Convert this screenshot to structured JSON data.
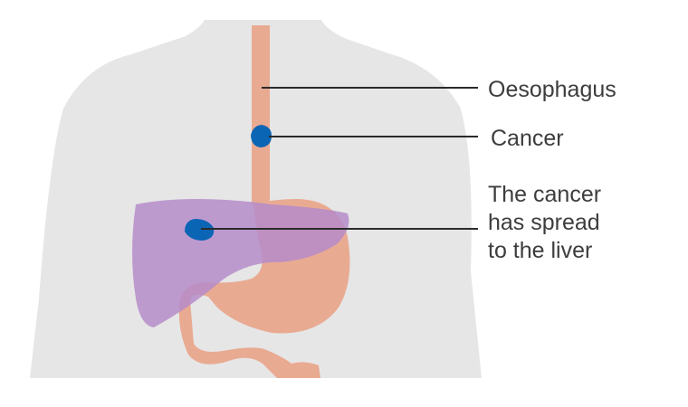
{
  "labels": {
    "oesophagus": "Oesophagus",
    "cancer": "Cancer",
    "spread": [
      "The cancer",
      "has spread",
      "to the liver"
    ]
  },
  "colors": {
    "body": "#e6e6e6",
    "oesophagus_stomach": "#e9aa92",
    "liver": "#b58cc9",
    "tumour": "#0b65b5",
    "leader_line": "#2b2b2b",
    "text": "#3d3d3d"
  }
}
